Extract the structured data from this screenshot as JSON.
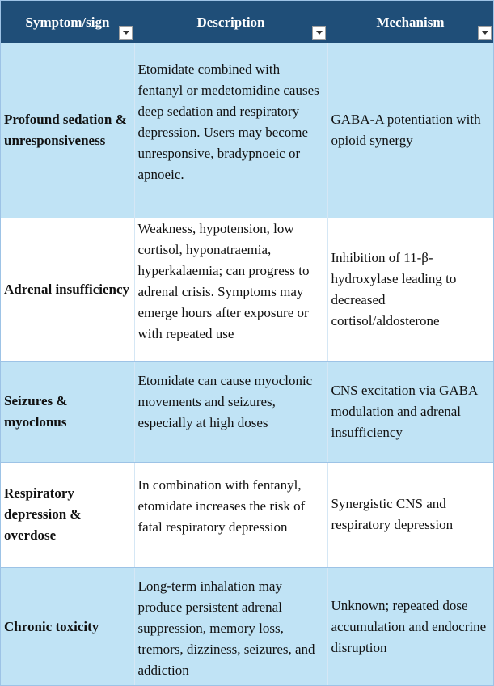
{
  "header": {
    "columns": [
      {
        "label": "Symptom/sign"
      },
      {
        "label": "Description"
      },
      {
        "label": "Mechanism"
      }
    ]
  },
  "rows": [
    {
      "symptom": "Profound sedation & unresponsiveness",
      "description": "Etomidate combined with fentanyl or medetomidine causes deep sedation and respiratory depression. Users may become unresponsive, bradypnoeic or apnoeic.",
      "mechanism": "GABA-A potentiation with opioid synergy"
    },
    {
      "symptom": "Adrenal insufficiency",
      "description": "Weakness, hypotension, low cortisol, hyponatraemia, hyperkalaemia; can progress to adrenal crisis. Symptoms may emerge hours after exposure or with repeated use",
      "mechanism": "Inhibition of 11-β-hydroxylase leading to decreased cortisol/aldosterone"
    },
    {
      "symptom": "Seizures & myoclonus",
      "description": "Etomidate can cause myoclonic movements and seizures, especially at high doses",
      "mechanism": "CNS excitation via GABA modulation and adrenal insufficiency"
    },
    {
      "symptom": "Respiratory depression & overdose",
      "description": "In combination with fentanyl, etomidate increases the risk of fatal respiratory depression",
      "mechanism": "Synergistic CNS and respiratory depression"
    },
    {
      "symptom": "Chronic toxicity",
      "description": "Long-term inhalation may produce persistent adrenal suppression, memory loss, tremors, dizziness, seizures, and addiction",
      "mechanism": "Unknown; repeated dose accumulation and endocrine disruption"
    }
  ],
  "colors": {
    "header_bg": "#1f4e78",
    "band_blue": "#c0e3f5",
    "band_white": "#ffffff"
  },
  "icons": {
    "filter": "dropdown-arrow"
  }
}
